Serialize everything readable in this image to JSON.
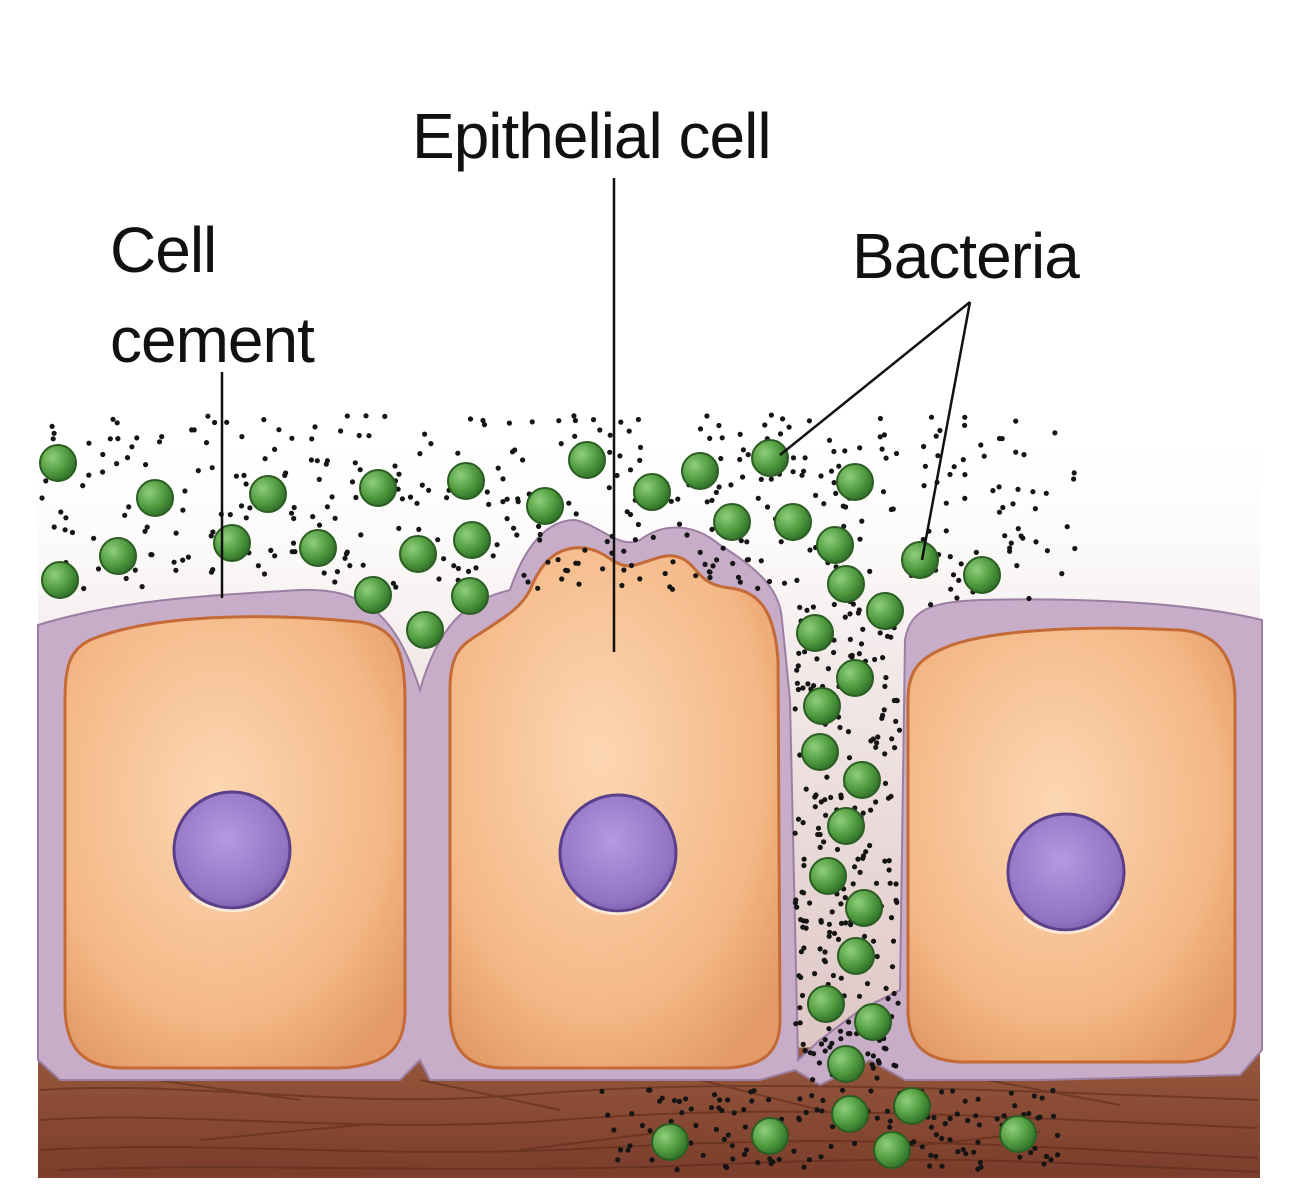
{
  "labels": {
    "epithelial_cell": "Epithelial cell",
    "cell_cement_line1": "Cell",
    "cell_cement_line2": "cement",
    "bacteria": "Bacteria"
  },
  "colors": {
    "cytoplasm": "#f3b78a",
    "cytoplasm_edge": "#c9743f",
    "cement": "#c9aec9",
    "nucleus": "#9a7dc9",
    "nucleus_edge": "#5a3f8a",
    "bacteria": "#4f9a3f",
    "tissue": "#8b4a33",
    "mucus_dot": "#151515"
  }
}
